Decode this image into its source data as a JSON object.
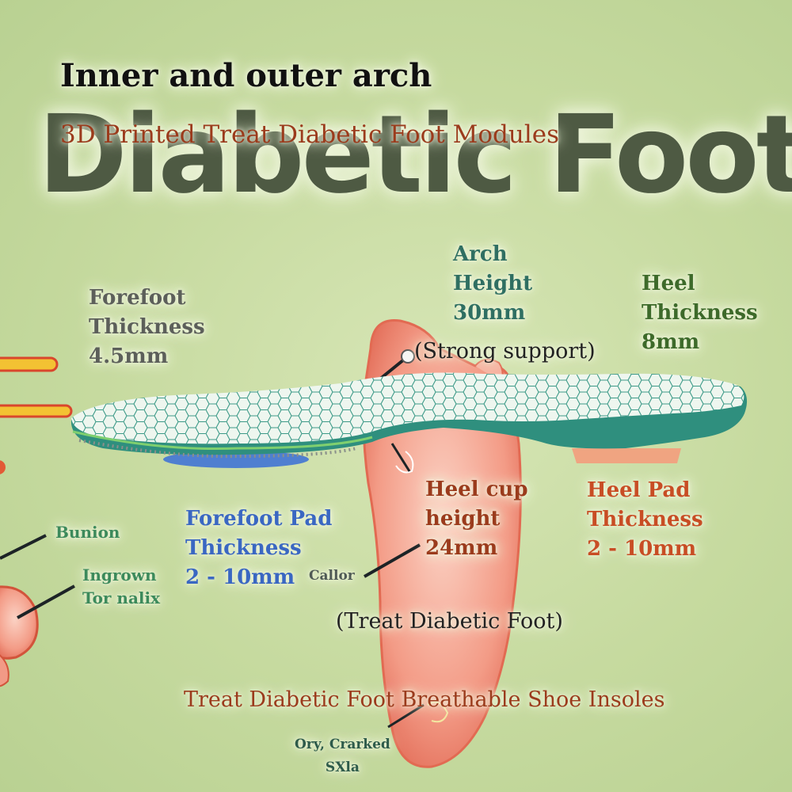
{
  "background_word": "Diabetic Foot",
  "headline": "Inner and outer arch",
  "subheadline": "3D Printed Treat Diabetic Foot Modules",
  "labels": {
    "forefoot_thickness": [
      "Forefoot",
      "Thickness",
      "4.5mm"
    ],
    "arch_height": [
      "Arch",
      "Height",
      "30mm"
    ],
    "heel_thickness": [
      "Heel",
      "Thickness",
      "8mm"
    ],
    "strong_support": "(Strong support)",
    "heel_pad": [
      "Heel Pad",
      "Thickness",
      "2 - 10mm"
    ],
    "forefoot_pad": [
      "Forefoot Pad",
      "Thickness",
      "2 - 10mm"
    ],
    "heel_cup": [
      "Heel cup",
      "height",
      "24mm"
    ],
    "treat": "(Treat Diabetic Foot)",
    "footer": "Treat Diabetic Foot Breathable Shoe Insoles"
  },
  "conditions": {
    "bunion": "Bunion",
    "ingrown": [
      "Ingrown",
      "Tor nalix"
    ],
    "callor": "Callor",
    "dry_skin": [
      "Ory, Crarked",
      "SXla"
    ]
  },
  "colors": {
    "background": "#c9dca6",
    "insole_top": "#eef6ef",
    "insole_base": "#2f8f7e",
    "foot": "#f29a86",
    "forefoot_pad": "#4f7fd0",
    "heel_pad": "#f0a481"
  }
}
